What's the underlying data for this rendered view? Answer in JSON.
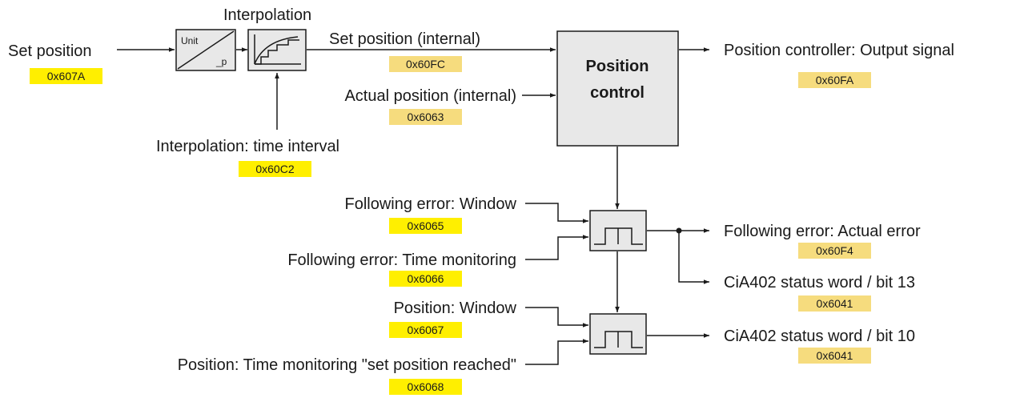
{
  "labels": {
    "set_position": "Set position",
    "interpolation": "Interpolation",
    "set_position_internal": "Set position (internal)",
    "actual_position_internal": "Actual position (internal)",
    "interpolation_time_interval": "Interpolation: time interval",
    "position_control_line1": "Position",
    "position_control_line2": "control",
    "position_controller_output": "Position controller: Output signal",
    "following_error_window": "Following error: Window",
    "following_error_time_monitoring": "Following error: Time monitoring",
    "position_window": "Position: Window",
    "position_time_monitoring": "Position: Time monitoring \"set position reached\"",
    "following_error_actual": "Following error: Actual error",
    "status_bit13": "CiA402 status word / bit 13",
    "status_bit10": "CiA402 status word / bit 10",
    "unit_top": "Unit",
    "unit_bottom": "_p"
  },
  "codes": {
    "set_position": "0x607A",
    "set_position_internal": "0x60FC",
    "actual_position_internal": "0x6063",
    "interpolation_time_interval": "0x60C2",
    "position_controller_output": "0x60FA",
    "following_error_window": "0x6065",
    "following_error_time_monitoring": "0x6066",
    "position_window": "0x6067",
    "position_time_monitoring": "0x6068",
    "following_error_actual": "0x60F4",
    "status_bit13": "0x6041",
    "status_bit10": "0x6041"
  },
  "colors": {
    "code_input": "#ffef00",
    "code_output": "#f6dc7e",
    "block_fill": "#e8e8e8",
    "line": "#1a1a1a"
  }
}
